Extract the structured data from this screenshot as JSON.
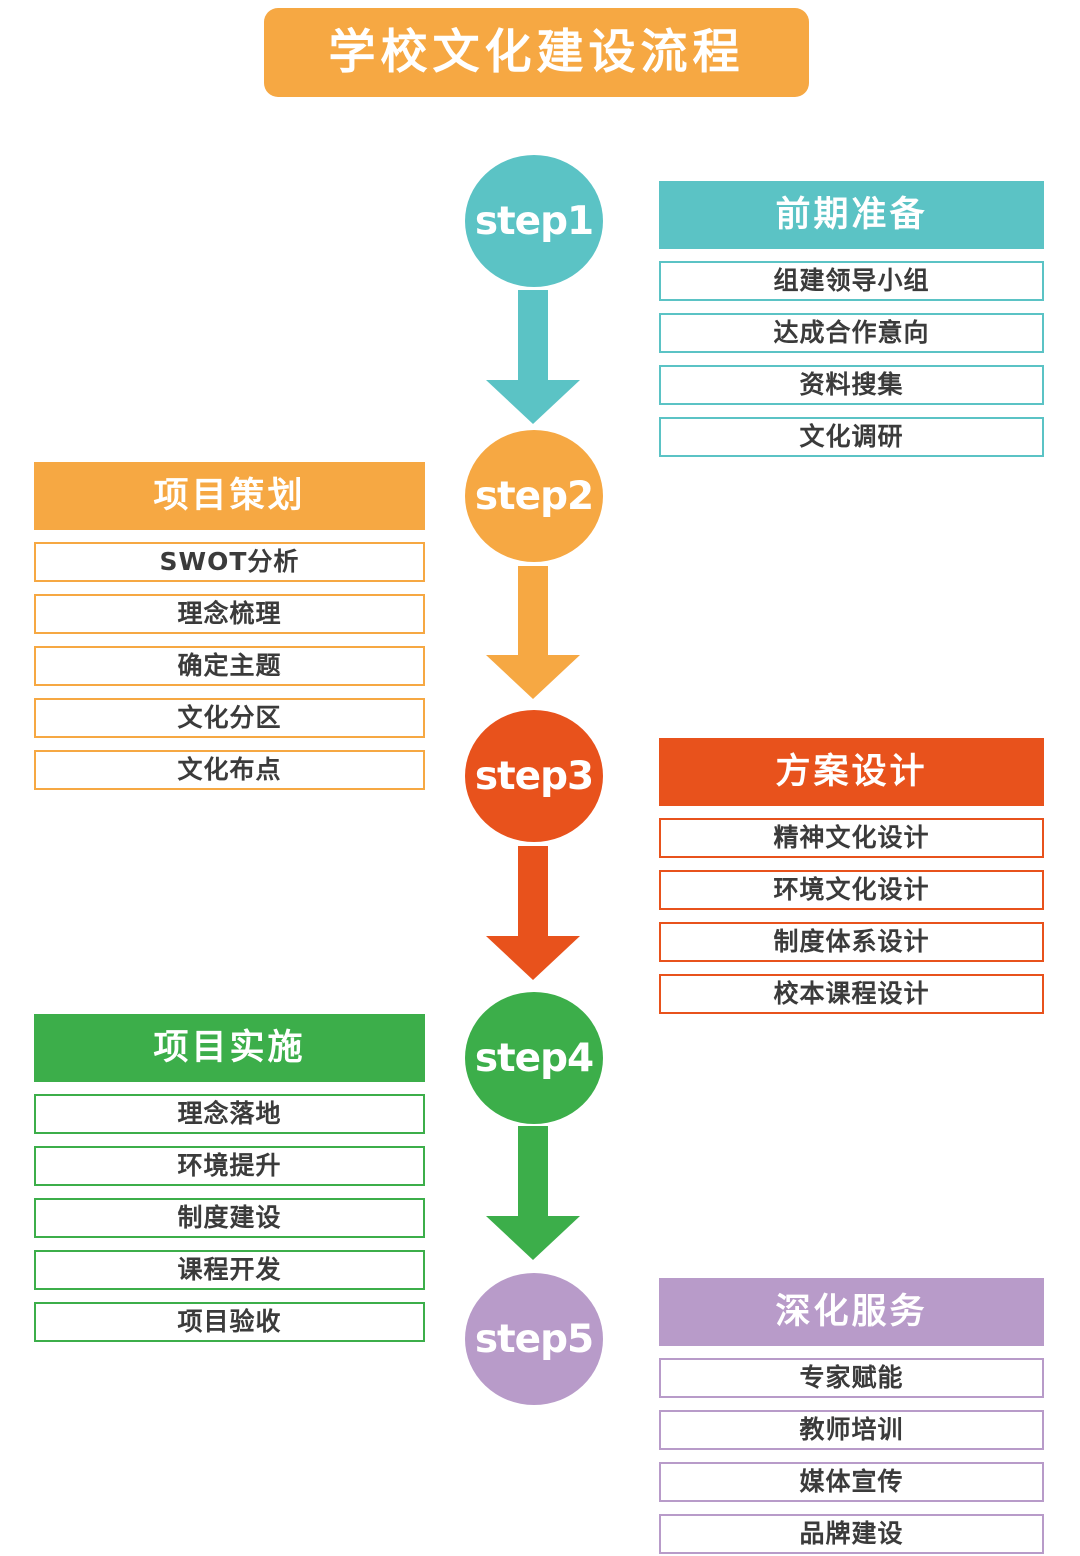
{
  "title": "学校文化建设流程",
  "colors": {
    "orange": "#F6A843",
    "teal": "#5BC3C5",
    "red": "#E8521C",
    "green": "#3CAE4A",
    "purple": "#B89BC9",
    "item-text": "#3B3B3B",
    "bg": "#FFFFFF"
  },
  "steps": [
    {
      "label": "step1",
      "panel_title": "前期准备",
      "items": [
        "组建领导小组",
        "达成合作意向",
        "资料搜集",
        "文化调研"
      ]
    },
    {
      "label": "step2",
      "panel_title": "项目策划",
      "items": [
        "SWOT分析",
        "理念梳理",
        "确定主题",
        "文化分区",
        "文化布点"
      ]
    },
    {
      "label": "step3",
      "panel_title": "方案设计",
      "items": [
        "精神文化设计",
        "环境文化设计",
        "制度体系设计",
        "校本课程设计"
      ]
    },
    {
      "label": "step4",
      "panel_title": "项目实施",
      "items": [
        "理念落地",
        "环境提升",
        "制度建设",
        "课程开发",
        "项目验收"
      ]
    },
    {
      "label": "step5",
      "panel_title": "深化服务",
      "items": [
        "专家赋能",
        "教师培训",
        "媒体宣传",
        "品牌建设"
      ]
    }
  ]
}
